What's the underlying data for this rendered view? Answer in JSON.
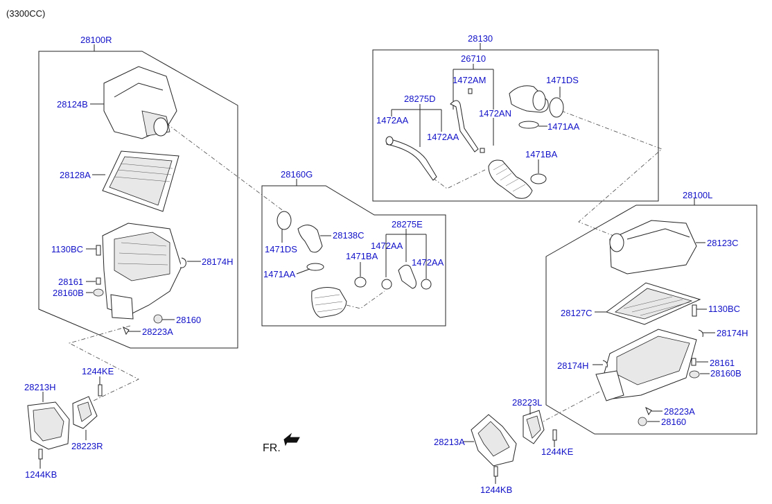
{
  "header": {
    "engine": "(3300CC)"
  },
  "groups": {
    "g28100R": "28100R",
    "g28130": "28130",
    "g28160G": "28160G",
    "g28100L": "28100L"
  },
  "labels": {
    "l28124B": "28124B",
    "l28128A": "28128A",
    "l1130BC_r": "1130BC",
    "l28174H_r": "28174H",
    "l28161_r": "28161",
    "l28160B_r": "28160B",
    "l28160_r": "28160",
    "l28223A_r": "28223A",
    "l1244KE_r": "1244KE",
    "l28213H": "28213H",
    "l28223R": "28223R",
    "l1244KB_r": "1244KB",
    "l26710": "26710",
    "l1472AM": "1472AM",
    "l28275D": "28275D",
    "l1471DS_t": "1471DS",
    "l1472AA_t1": "1472AA",
    "l1472AA_t2": "1472AA",
    "l1472AN": "1472AN",
    "l1471AA_t": "1471AA",
    "l1471BA_t": "1471BA",
    "l1471DS_m": "1471DS",
    "l28138C": "28138C",
    "l28275E": "28275E",
    "l1472AA_m1": "1472AA",
    "l1471BA_m": "1471BA",
    "l1472AA_m2": "1472AA",
    "l1471AA_m": "1471AA",
    "l28123C": "28123C",
    "l28127C": "28127C",
    "l1130BC_l": "1130BC",
    "l28174H_l1": "28174H",
    "l28174H_l2": "28174H",
    "l28161_l": "28161",
    "l28160B_l": "28160B",
    "l28223L": "28223L",
    "l28223A_l": "28223A",
    "l28160_l": "28160",
    "l28213A": "28213A",
    "l1244KE_l": "1244KE",
    "l1244KB_l": "1244KB"
  },
  "direction": {
    "label": "FR."
  },
  "colors": {
    "label": "#1010c8",
    "line": "#222222"
  }
}
